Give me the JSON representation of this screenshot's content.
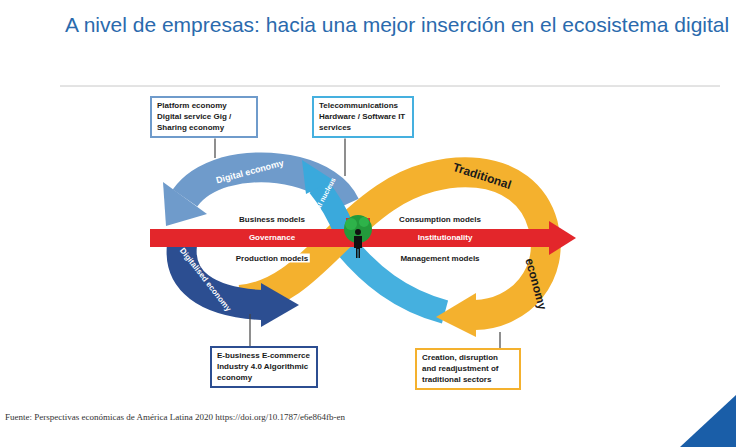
{
  "diagram": {
    "title": "A nivel de empresas: hacia una mejor inserción en el ecosistema digital",
    "caption": "Fuente: Perspectivas económicas de América Latina 2020 https://doi.org/10.1787/e6e864fb-en",
    "nodes": [
      {
        "text": [
          "Platform economy Digital service Gig / Sharing economy"
        ]
      },
      {
        "text": [
          "Telecommunications Hardware / Software IT services"
        ]
      },
      {
        "text": [
          "Digital economy"
        ]
      },
      {
        "text": [
          "Digital nucleus"
        ]
      },
      {
        "text": [
          "Traditional",
          "economy"
        ]
      },
      {
        "text": [
          "Governance",
          "Institutionality"
        ]
      },
      {
        "text": [
          "Digitalised economy"
        ]
      },
      {
        "text": [
          "E-business E-commerce Industry 4.0 Algorithmic economy"
        ]
      },
      {
        "text": [
          "Creation, disruption and readjustment of traditional sectors"
        ]
      }
    ],
    "edges": [
      {
        "from": 0,
        "to": 2,
        "arrow": "none"
      },
      {
        "from": 1,
        "to": 3,
        "arrow": "none"
      },
      {
        "from": 7,
        "to": 6,
        "arrow": "none"
      },
      {
        "from": 8,
        "to": 4,
        "arrow": "none"
      }
    ],
    "labels": [
      "Business models",
      "Production models",
      "Consumption models",
      "Management models"
    ]
  }
}
